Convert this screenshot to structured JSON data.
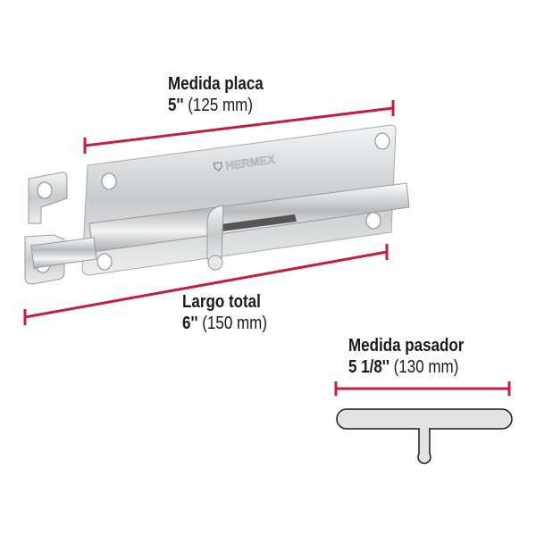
{
  "product": {
    "brand_logo_text": "HERMEX",
    "colors": {
      "dimension_line": "#c41e3a",
      "metal": "#d9dadc",
      "pin_fill": "#e3e3e3",
      "pin_stroke": "#1a1a1a"
    }
  },
  "dimensions": {
    "plate": {
      "label": "Medida placa",
      "imperial": "5''",
      "metric": "(125 mm)"
    },
    "total": {
      "label": "Largo total",
      "imperial": "6''",
      "metric": "(150 mm)"
    },
    "pin": {
      "label": "Medida pasador",
      "imperial": "5 1/8''",
      "metric": "(130 mm)"
    }
  }
}
